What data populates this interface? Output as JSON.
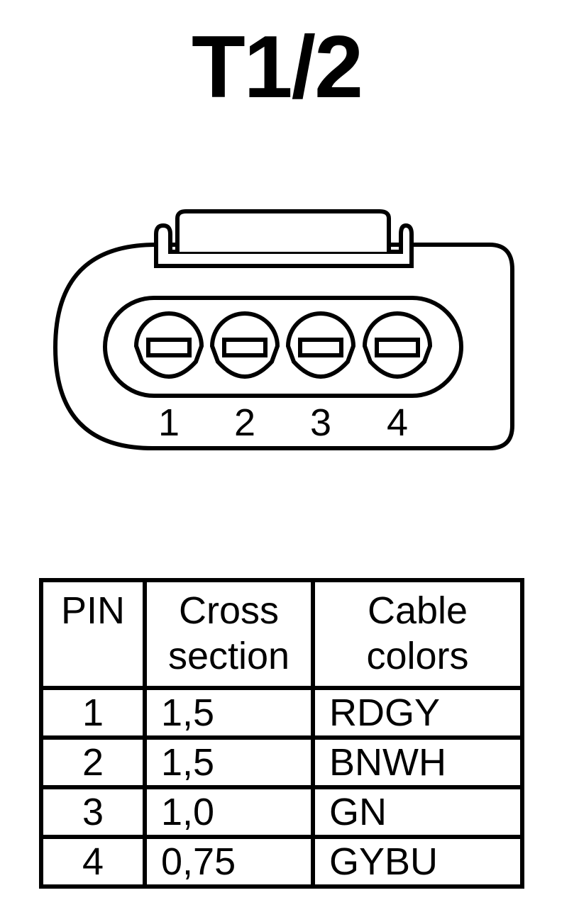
{
  "title": "T1/2",
  "connector": {
    "pin_labels": [
      "1",
      "2",
      "3",
      "4"
    ]
  },
  "table": {
    "headers": {
      "pin": "PIN",
      "cross_section_line1": "Cross",
      "cross_section_line2": "section",
      "cable_colors_line1": "Cable",
      "cable_colors_line2": "colors"
    },
    "rows": [
      {
        "pin": "1",
        "cross_section": "1,5",
        "cable_colors": "RDGY"
      },
      {
        "pin": "2",
        "cross_section": "1,5",
        "cable_colors": "BNWH"
      },
      {
        "pin": "3",
        "cross_section": "1,0",
        "cable_colors": "GN"
      },
      {
        "pin": "4",
        "cross_section": "0,75",
        "cable_colors": "GYBU"
      }
    ]
  }
}
